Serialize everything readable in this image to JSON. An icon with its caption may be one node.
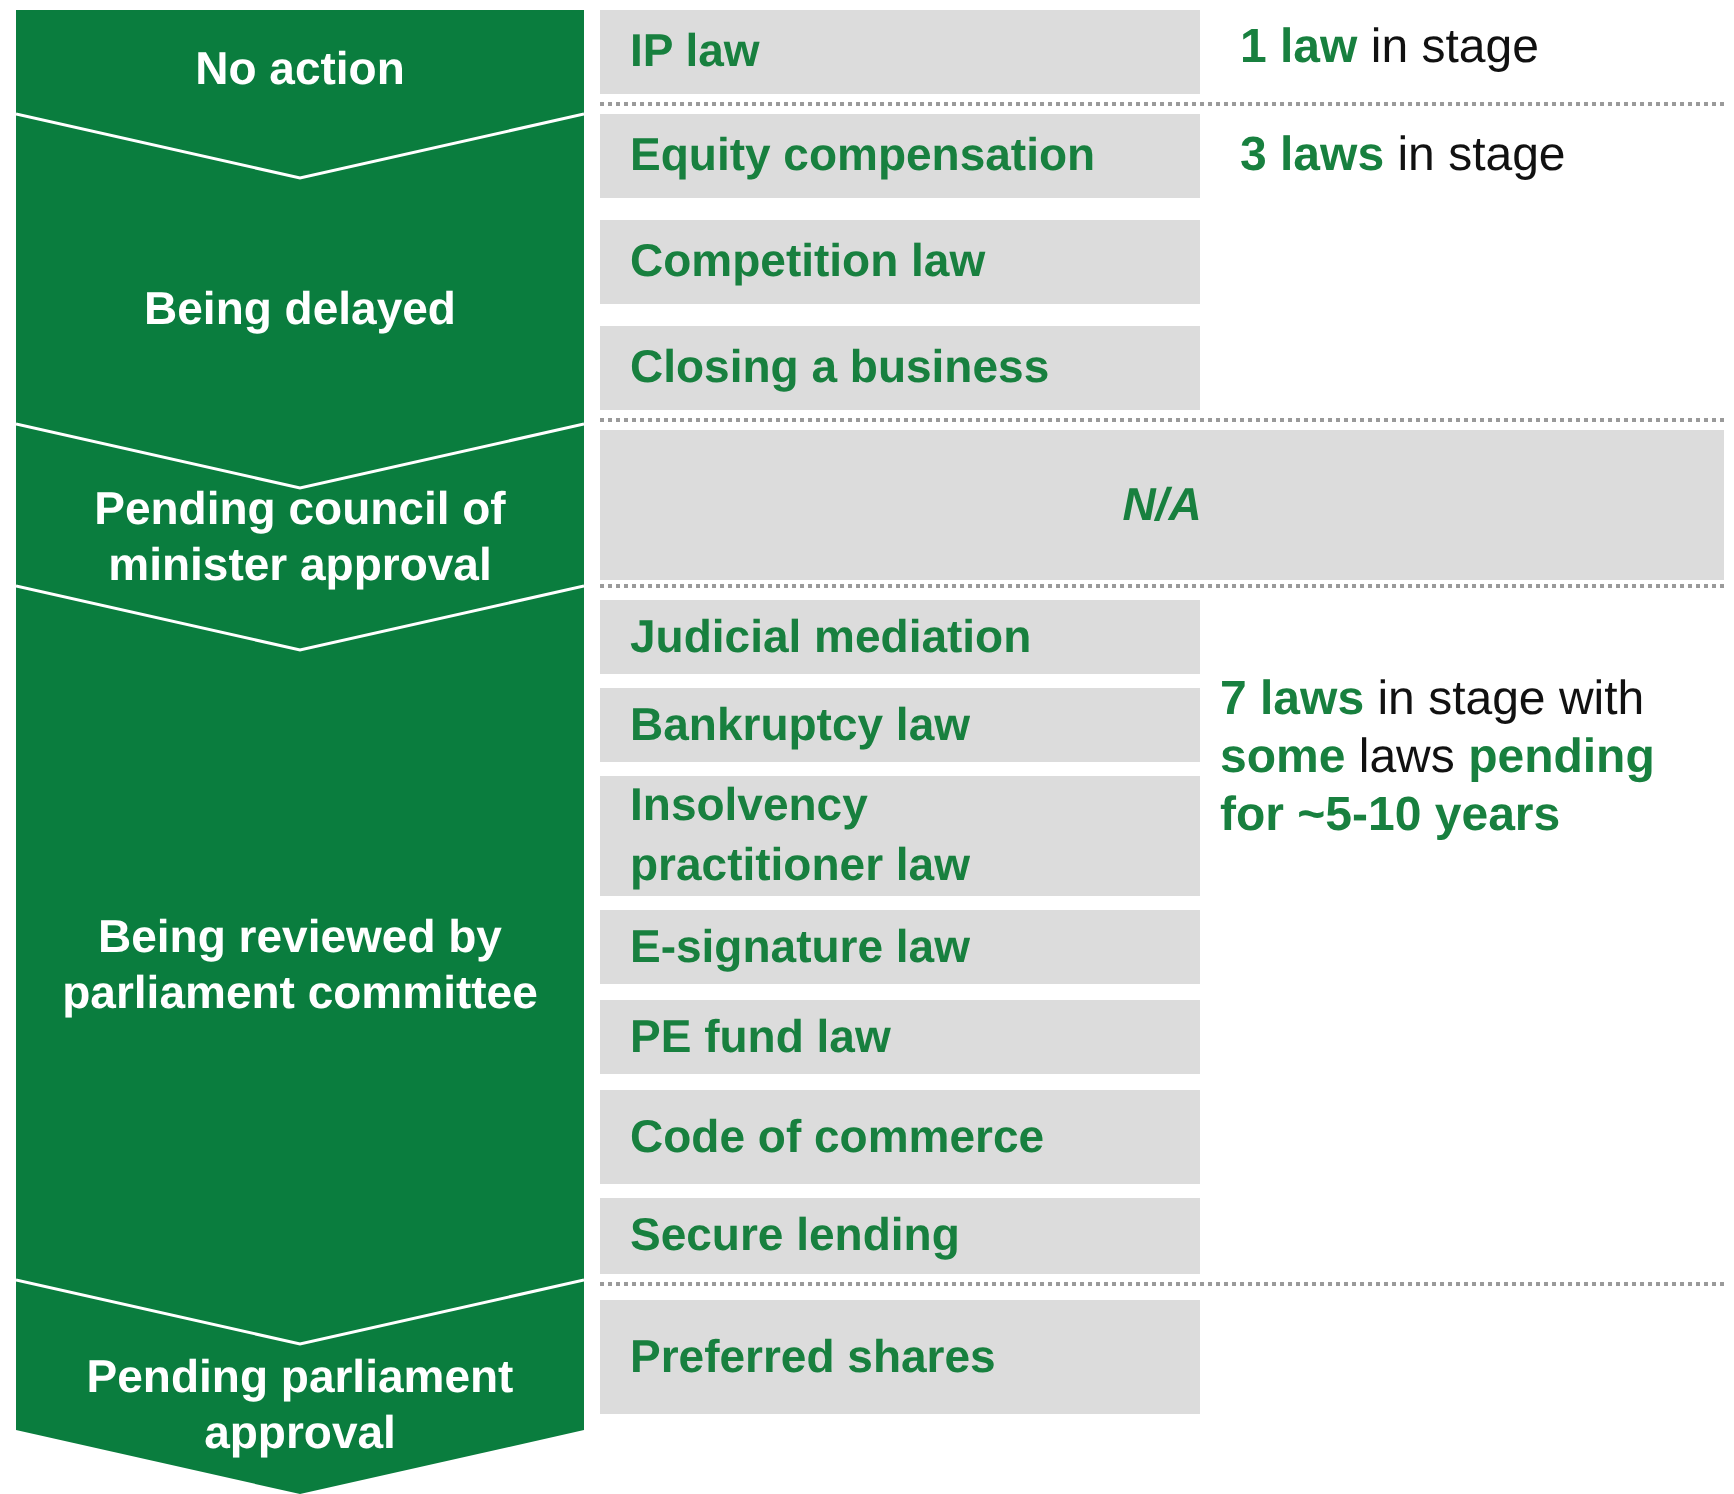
{
  "diagram": {
    "nodes": [
      {
        "text": [
          "No action"
        ]
      },
      {
        "text": [
          "Being delayed"
        ]
      },
      {
        "text": [
          "Pending council of minister approval"
        ]
      },
      {
        "text": [
          "Being reviewed by parliament committee"
        ]
      },
      {
        "text": [
          "Pending parliament approval"
        ]
      },
      {
        "text": [
          "IP law"
        ]
      },
      {
        "text": [
          "Equity compensation"
        ]
      },
      {
        "text": [
          "Competition law"
        ]
      },
      {
        "text": [
          "Closing a business"
        ]
      },
      {
        "text": [
          "N/A"
        ]
      },
      {
        "text": [
          "Judicial mediation"
        ]
      },
      {
        "text": [
          "Bankruptcy law"
        ]
      },
      {
        "text": [
          "Insolvency practitioner law"
        ]
      },
      {
        "text": [
          "E-signature law"
        ]
      },
      {
        "text": [
          "PE fund law"
        ]
      },
      {
        "text": [
          "Code of commerce"
        ]
      },
      {
        "text": [
          "Secure lending"
        ]
      },
      {
        "text": [
          "Preferred shares"
        ]
      }
    ],
    "labels": [
      "**1 law** in stage",
      "**3 laws** in stage",
      "**7 laws** in stage with **some** laws **pending for ~5-10 years**"
    ]
  }
}
